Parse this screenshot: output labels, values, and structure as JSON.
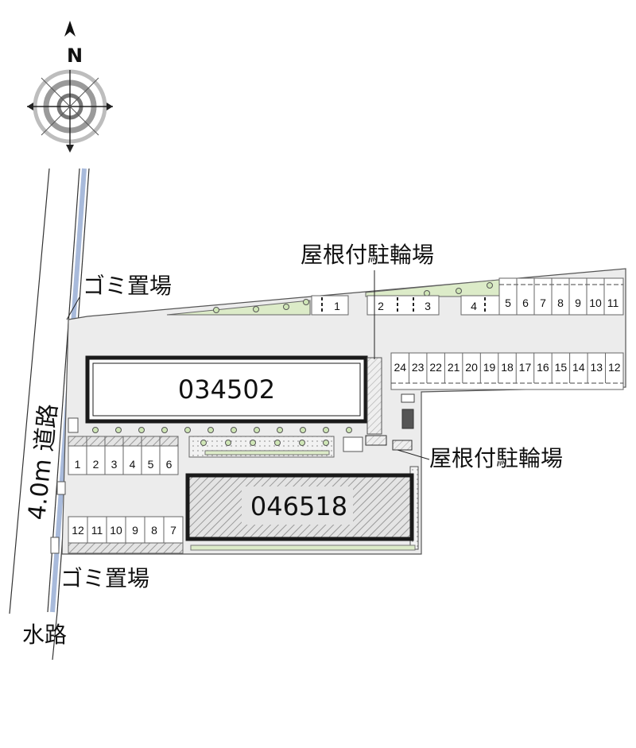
{
  "compass": {
    "north_label": "N",
    "icon": "compass-rose-icon"
  },
  "road": {
    "label": "4.0m 道路"
  },
  "waterway": {
    "label": "水路"
  },
  "garbage": {
    "top_label": "ゴミ置場",
    "bottom_label": "ゴミ置場"
  },
  "bike_parking": {
    "top_label": "屋根付駐輪場",
    "right_label": "屋根付駐輪場"
  },
  "buildings": {
    "north": "034502",
    "south": "046518"
  },
  "parking": {
    "north_front": [
      "1",
      "2",
      "3",
      "4"
    ],
    "north_row": [
      "5",
      "6",
      "7",
      "8",
      "9",
      "10",
      "11"
    ],
    "east_row": [
      "24",
      "23",
      "22",
      "21",
      "20",
      "19",
      "18",
      "17",
      "16",
      "15",
      "14",
      "13",
      "12"
    ],
    "west_upper": [
      "1",
      "2",
      "3",
      "4",
      "5",
      "6"
    ],
    "west_lower": [
      "12",
      "11",
      "10",
      "9",
      "8",
      "7"
    ]
  },
  "colors": {
    "lot": "#ededed",
    "green": "#dcebc8",
    "water": "#c9d6ea",
    "building_edge": "#1a1a1a"
  }
}
